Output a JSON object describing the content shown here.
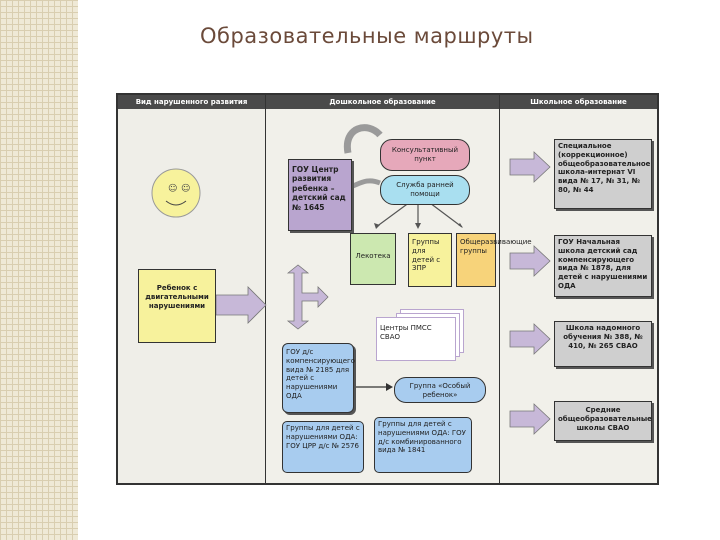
{
  "title": "Образовательные маршруты",
  "columns": {
    "disorder": "Вид нарушенного развития",
    "preschool": "Дошкольное образование",
    "school": "Школьное образование"
  },
  "child": {
    "label": "Ребенок с двигательными нарушениями"
  },
  "preschool": {
    "center": "ГОУ Центр развития ребенка – детский сад № 1645",
    "consult": "Консультативный пункт",
    "support": "Служба ранней помощи",
    "play": "Лекотека",
    "groups_zpr": "Группы для детей с ЗПР",
    "groups_general": "Общеразвивающие группы",
    "pmss": "Центры ПМСС СВАО",
    "kindergarten": "ГОУ д/с компенсирующего вида № 2185 для детей с нарушениями ОДА",
    "special_group": "Группа «Особый ребенок»",
    "odo_group": "Группы для детей с нарушениями ОДА: ГОУ ЦРР д/с № 2576",
    "combined_group": "Группы для детей с нарушениями ОДА: ГОУ д/с комбинированного вида № 1841"
  },
  "school": {
    "s1": "Специальное (коррекционное) общеобразовательное школа-интернат VI вида № 17, № 31, № 80, № 44",
    "s2": "ГОУ Начальная школа детский сад компенсирующего вида № 1878, для детей с нарушениями ОДА",
    "s3": "Школа надомного обучения № 388, № 410, № 265 СВАО",
    "s4": "Средние общеобразовательные школы СВАО"
  },
  "colors": {
    "lavender": "#b9a5cf",
    "pink": "#e6a8ba",
    "cyan": "#a9dff0",
    "yellow": "#f7f29c",
    "green": "#cce8b0",
    "orange": "#f7d37a",
    "blue": "#a8ccef",
    "gray": "#cfcfcf",
    "arrow": "#c7b8d8"
  }
}
